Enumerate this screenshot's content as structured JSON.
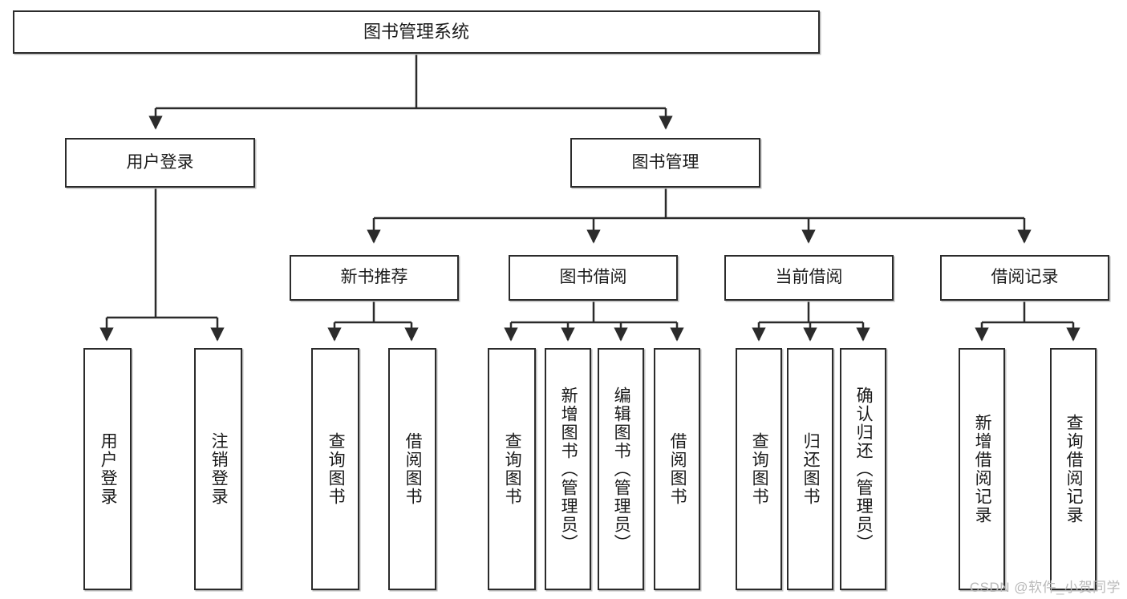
{
  "diagram": {
    "type": "hierarchy-tree",
    "title": "图书管理系统",
    "orientation": "top-down",
    "colors": {
      "box_border": "#2b2b2b",
      "box_fill": "#ffffff",
      "connector": "#2b2b2b",
      "text": "#1a1a1a",
      "watermark": "#b9b9b9"
    }
  },
  "nodes": {
    "root": {
      "label": "图书管理系统",
      "level": 1,
      "text_dir": "horizontal"
    },
    "level2": [
      {
        "id": "user-login",
        "label": "用户登录",
        "text_dir": "horizontal"
      },
      {
        "id": "book-management",
        "label": "图书管理",
        "text_dir": "horizontal"
      }
    ],
    "level3": [
      {
        "id": "new-book-recommend",
        "label": "新书推荐",
        "text_dir": "horizontal",
        "parent": "book-management"
      },
      {
        "id": "book-borrow",
        "label": "图书借阅",
        "text_dir": "horizontal",
        "parent": "book-management"
      },
      {
        "id": "current-borrow",
        "label": "当前借阅",
        "text_dir": "horizontal",
        "parent": "book-management"
      },
      {
        "id": "borrow-record",
        "label": "借阅记录",
        "text_dir": "horizontal",
        "parent": "book-management"
      }
    ],
    "leaves": [
      {
        "id": "leaf-user-login",
        "label": "用户登录",
        "text_dir": "vertical",
        "parent": "user-login"
      },
      {
        "id": "leaf-logout",
        "label": "注销登录",
        "text_dir": "vertical",
        "parent": "user-login"
      },
      {
        "id": "leaf-query-book-1",
        "label": "查询图书",
        "text_dir": "vertical",
        "parent": "new-book-recommend"
      },
      {
        "id": "leaf-borrow-book-1",
        "label": "借阅图书",
        "text_dir": "vertical",
        "parent": "new-book-recommend"
      },
      {
        "id": "leaf-query-book-2",
        "label": "查询图书",
        "text_dir": "vertical",
        "parent": "book-borrow"
      },
      {
        "id": "leaf-add-book",
        "label": "新增图书（管理员）",
        "text_dir": "vertical",
        "parent": "book-borrow"
      },
      {
        "id": "leaf-edit-book",
        "label": "编辑图书（管理员）",
        "text_dir": "vertical",
        "parent": "book-borrow"
      },
      {
        "id": "leaf-borrow-book-2",
        "label": "借阅图书",
        "text_dir": "vertical",
        "parent": "book-borrow"
      },
      {
        "id": "leaf-query-book-3",
        "label": "查询图书",
        "text_dir": "vertical",
        "parent": "current-borrow"
      },
      {
        "id": "leaf-return-book",
        "label": "归还图书",
        "text_dir": "vertical",
        "parent": "current-borrow"
      },
      {
        "id": "leaf-confirm-return",
        "label": "确认归还（管理员）",
        "text_dir": "vertical",
        "parent": "current-borrow"
      },
      {
        "id": "leaf-add-record",
        "label": "新增借阅记录",
        "text_dir": "vertical",
        "parent": "borrow-record"
      },
      {
        "id": "leaf-query-record",
        "label": "查询借阅记录",
        "text_dir": "vertical",
        "parent": "borrow-record"
      }
    ]
  },
  "watermark": {
    "text": "CSDN @软件_小贺同学"
  }
}
